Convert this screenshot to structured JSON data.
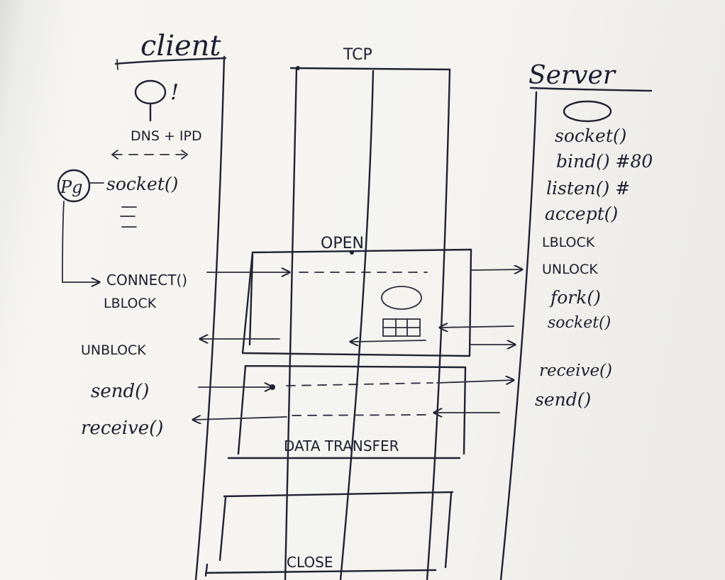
{
  "titles": {
    "client": "client",
    "tcp": "TCP",
    "server": "Server"
  },
  "client": {
    "ping": "!",
    "dns": "DNS + IPD",
    "process": "Pg",
    "socket": "socket()",
    "connect": "CONNECT()",
    "block": "LBLOCK",
    "unblock": "UNBLOCK",
    "send": "send()",
    "receive": "receive()"
  },
  "server": {
    "socket": "socket()",
    "bind": "bind() #80",
    "listen": "listen() #",
    "accept": "accept()",
    "block": "LBLOCK",
    "unlock": "UNLOCK",
    "fork": "fork()",
    "socket2": "socket()",
    "receive": "receive()",
    "send": "send()"
  },
  "phases": {
    "open": "OPEN",
    "data_transfer": "DATA TRANSFER",
    "close": "CLOSE"
  }
}
